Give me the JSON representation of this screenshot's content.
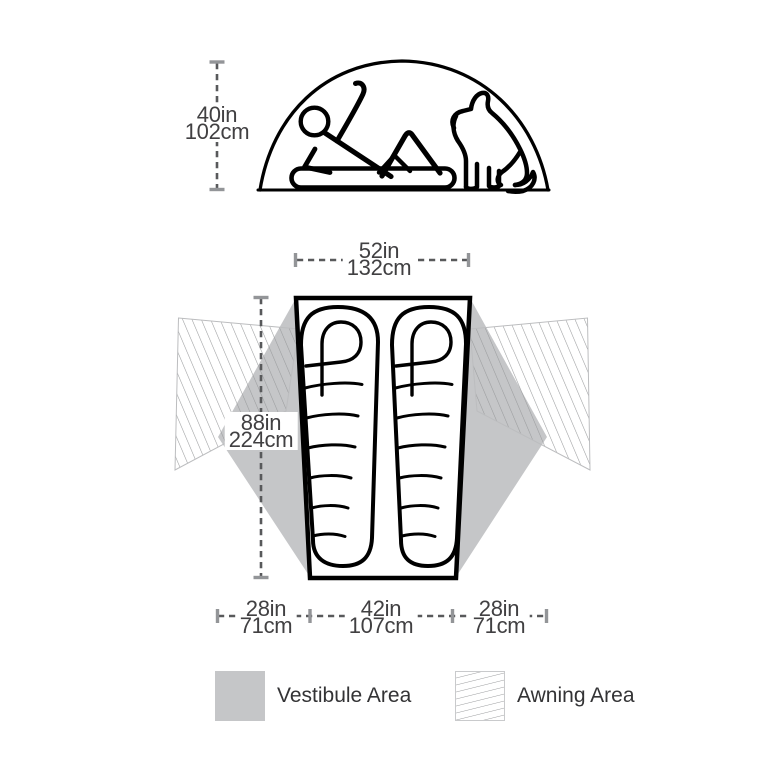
{
  "side_view": {
    "height_label": {
      "line1": "40in",
      "line2": "102cm"
    }
  },
  "floor_plan": {
    "width_head_label": {
      "line1": "52in",
      "line2": "132cm"
    },
    "length_label": {
      "line1": "88in",
      "line2": "224cm"
    },
    "bottom_labels": [
      {
        "line1": "28in",
        "line2": "71cm"
      },
      {
        "line1": "42in",
        "line2": "107cm"
      },
      {
        "line1": "28in",
        "line2": "71cm"
      }
    ]
  },
  "legend": {
    "vestibule": "Vestibule Area",
    "awning": "Awning Area"
  },
  "colors": {
    "line_art": "#000000",
    "vestibule_fill": "#c5c6c8",
    "awning_hatch": "#9a9b9d",
    "dimension_dash": "#58595b",
    "dimension_cap": "#939598",
    "label_text": "#414042",
    "legend_text": "#333335"
  },
  "icons": {
    "person": "reclining-person-line-art",
    "dog": "sitting-dog-line-art",
    "tent_profile": "dome-outline",
    "sleeping_bags": "mummy-bag-top-view",
    "vestibule_swatch": "gray-square",
    "awning_swatch": "diagonal-hatch-square"
  }
}
